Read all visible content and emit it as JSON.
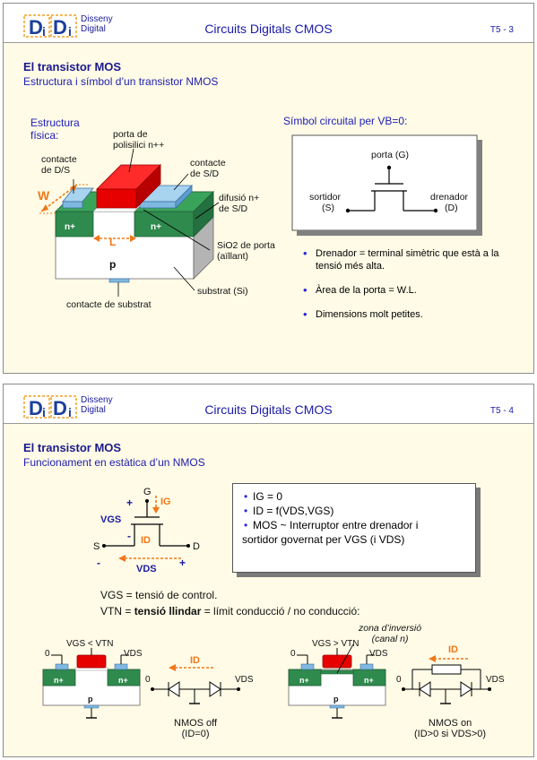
{
  "slide1": {
    "logo_text_1": "Disseny",
    "logo_text_2": "Digital",
    "header_title": "Circuits Digitals CMOS",
    "page_number": "T5 - 3",
    "title": "El transistor MOS",
    "subtitle": "Estructura i símbol d’un transistor NMOS",
    "physical_label_1": "Estructura",
    "physical_label_2": "física:",
    "labels": {
      "gate_1": "porta de",
      "gate_2": "polisilici n++",
      "contact_ds_1": "contacte",
      "contact_ds_2": "de D/S",
      "contact_sd_1": "contacte",
      "contact_sd_2": "de S/D",
      "diffusion_1": "difusió n+",
      "diffusion_2": "de S/D",
      "w": "W",
      "l": "L",
      "n_plus_left": "n+",
      "n_plus_right": "n+",
      "p": "p",
      "sio2_1": "SiO2 de porta",
      "sio2_2": "(aïllant)",
      "substrate": "substrat (Si)",
      "substrate_contact": "contacte de substrat"
    },
    "symbol_title": "Símbol circuital per VB=0:",
    "symbol": {
      "gate": "porta (G)",
      "source_1": "sortidor",
      "source_2": "(S)",
      "drain_1": "drenador",
      "drain_2": "(D)"
    },
    "bullets": [
      "Drenador = terminal simètric que està a la tensió més alta.",
      "Àrea de la porta = W.L.",
      "Dimensions molt petites."
    ]
  },
  "slide2": {
    "logo_text_1": "Disseny",
    "logo_text_2": "Digital",
    "header_title": "Circuits Digitals CMOS",
    "page_number": "T5 - 4",
    "title": "El transistor MOS",
    "subtitle": "Funcionament en estàtica d’un NMOS",
    "symbol": {
      "g": "G",
      "ig": "IG",
      "vgs": "VGS",
      "plus_top": "+",
      "minus_bottom": "-",
      "s": "S",
      "d": "D",
      "id": "ID",
      "minus_left": "-",
      "plus_right": "+",
      "vds": "VDS"
    },
    "box_lines": [
      "IG = 0",
      "ID = f(VDS,VGS)",
      "MOS ~ Interruptor entre drenador i",
      "sortidor governat per VGS (i VDS)"
    ],
    "def_vgs": "VGS = tensió de control.",
    "def_vtn_pre": "VTN = ",
    "def_vtn_bold": "tensió llindar",
    "def_vtn_post": " = límit conducció / no conducció:",
    "off": {
      "cond": "VGS < VTN",
      "zero": "0",
      "vds": "VDS",
      "n_left": "n+",
      "n_right": "n+",
      "p": "p",
      "id": "ID",
      "zero2": "0",
      "vds2": "VDS",
      "caption_1": "NMOS off",
      "caption_2": "(ID=0)"
    },
    "on": {
      "zone_1": "zona d’inversió",
      "zone_2": "(canal n)",
      "cond": "VGS > VTN",
      "zero": "0",
      "vds": "VDS",
      "n_left": "n+",
      "n_right": "n+",
      "p": "p",
      "id": "ID",
      "zero2": "0",
      "vds2": "VDS",
      "caption_1": "NMOS on",
      "caption_2": "(ID>0 si VDS>0)"
    }
  }
}
